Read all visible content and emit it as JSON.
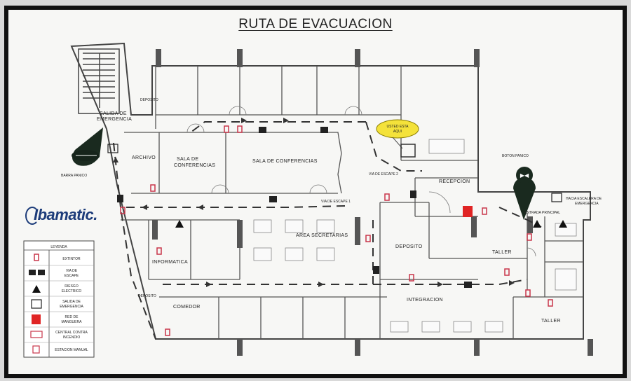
{
  "title": "RUTA DE EVACUACION",
  "logo": "Ibamatic.",
  "callout": {
    "line1": "USTED ESTA",
    "line2": "AQUI"
  },
  "labels": {
    "salida_emergencia_1": "SALIDA DE",
    "salida_emergencia_2": "EMERGENCIA",
    "barra_panico": "BARRA PANICO",
    "archivo": "ARCHIVO",
    "sala_conferencias_1": "SALA DE",
    "sala_conferencias_2": "CONFERENCIAS",
    "sala_conferencias_big": "SALA DE CONFERENCIAS",
    "via_escape_2": "VIA DE ESCAPE 2",
    "via_escape_1": "VIA DE ESCAPE 1",
    "recepcion": "RECEPCION",
    "boton_panico": "BOTON PANICO",
    "hacia_escalera_1": "HACIA ESCALERA DE",
    "hacia_escalera_2": "EMERGENCIA",
    "entrada_principal": "ENTRADA PRINCIPAL",
    "area_secretarias": "AREA SECRETARIAS",
    "deposito_center": "DEPOSITO",
    "deposito_left": "DEPOSITO",
    "taller_1": "TALLER",
    "taller_2": "TALLER",
    "informatica": "INFORMATICA",
    "comedor": "COMEDOR",
    "integracion": "INTEGRACION",
    "deposito_small": "DEPOSITO"
  },
  "legend": {
    "title": "LEYENDA",
    "items": [
      {
        "line1": "EXTINTOR",
        "line2": ""
      },
      {
        "line1": "VIA DE",
        "line2": "ESCAPE"
      },
      {
        "line1": "RIESGO",
        "line2": "ELECTRICO"
      },
      {
        "line1": "SALIDA DE",
        "line2": "EMERGENCIA"
      },
      {
        "line1": "RED DE",
        "line2": "MANGUERA"
      },
      {
        "line1": "CENTRAL CONTRA",
        "line2": "INCENDIO"
      },
      {
        "line1": "ESTACION MANUAL",
        "line2": ""
      }
    ]
  },
  "colors": {
    "extinguisher": "#c8354a",
    "hose": "#e02424",
    "callout": "#f4e23a",
    "wall": "#444444",
    "pillar": "#555555"
  }
}
